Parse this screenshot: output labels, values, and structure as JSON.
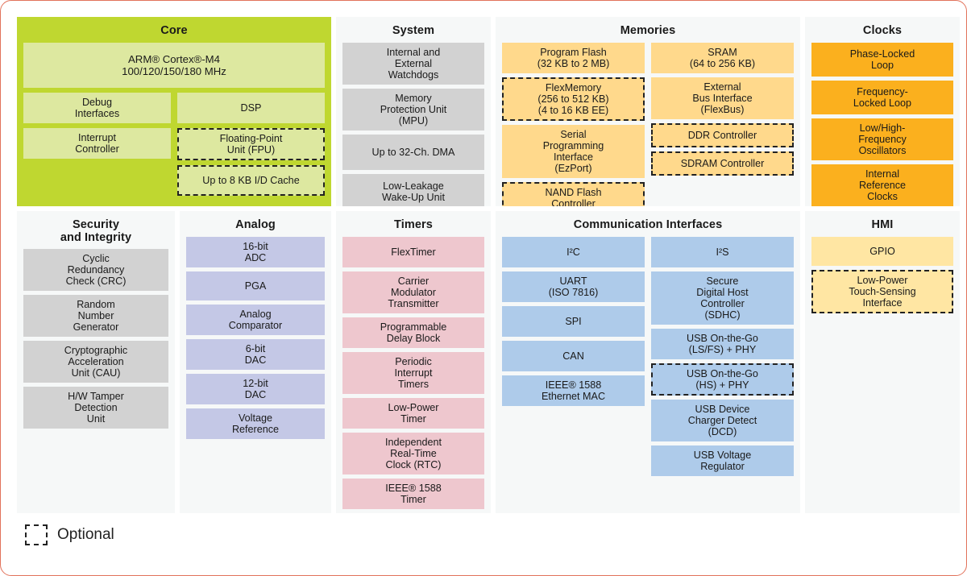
{
  "legend": {
    "swatch_style": "dashed-rectangle",
    "label": "Optional"
  },
  "colors": {
    "page_border": "#e2725b",
    "core_panel": "#bfd730",
    "core_block": "#dde8a0",
    "panel_bg": "#f6f8f8",
    "system_block": "#d2d2d2",
    "memory_block": "#ffd98c",
    "clock_block": "#fbb01e",
    "security_block": "#d2d2d2",
    "analog_block": "#c4c8e6",
    "timer_block": "#eec7ce",
    "comm_block": "#aecbea",
    "hmi_block": "#ffe6a3",
    "dashed_outline": "#222222"
  },
  "sections": {
    "core": {
      "title": "Core",
      "cpu": "ARM® Cortex®-M4\n100/120/150/180 MHz",
      "left_blocks": [
        {
          "label": "Debug\nInterfaces",
          "optional": false
        },
        {
          "label": "Interrupt\nController",
          "optional": false
        }
      ],
      "right_blocks": [
        {
          "label": "DSP",
          "optional": false
        },
        {
          "label": "Floating-Point\nUnit (FPU)",
          "optional": true
        },
        {
          "label": "Up to 8 KB I/D Cache",
          "optional": true
        }
      ]
    },
    "system": {
      "title": "System",
      "blocks": [
        {
          "label": "Internal and\nExternal\nWatchdogs",
          "optional": false
        },
        {
          "label": "Memory\nProtection Unit\n(MPU)",
          "optional": false
        },
        {
          "label": "Up to 32-Ch. DMA",
          "optional": false
        },
        {
          "label": "Low-Leakage\nWake-Up Unit",
          "optional": false
        }
      ]
    },
    "memories": {
      "title": "Memories",
      "left_blocks": [
        {
          "label": "Program Flash\n(32 KB to 2 MB)",
          "optional": false
        },
        {
          "label": "FlexMemory\n(256 to 512 KB)\n(4 to 16 KB EE)",
          "optional": true
        },
        {
          "label": "Serial\nProgramming\nInterface\n(EzPort)",
          "optional": false
        },
        {
          "label": "NAND Flash\nController",
          "optional": true
        }
      ],
      "right_blocks": [
        {
          "label": "SRAM\n(64 to 256 KB)",
          "optional": false
        },
        {
          "label": "External\nBus Interface\n(FlexBus)",
          "optional": false
        },
        {
          "label": "DDR Controller",
          "optional": true
        },
        {
          "label": "SDRAM Controller",
          "optional": true
        }
      ]
    },
    "clocks": {
      "title": "Clocks",
      "blocks": [
        {
          "label": "Phase-Locked\nLoop",
          "optional": false
        },
        {
          "label": "Frequency-\nLocked Loop",
          "optional": false
        },
        {
          "label": "Low/High-\nFrequency\nOscillators",
          "optional": false
        },
        {
          "label": "Internal\nReference\nClocks",
          "optional": false
        }
      ]
    },
    "security": {
      "title": "Security\nand Integrity",
      "blocks": [
        {
          "label": "Cyclic\nRedundancy\nCheck (CRC)",
          "optional": false
        },
        {
          "label": "Random\nNumber\nGenerator",
          "optional": false
        },
        {
          "label": "Cryptographic\nAcceleration\nUnit (CAU)",
          "optional": false
        },
        {
          "label": "H/W Tamper\nDetection\nUnit",
          "optional": false
        }
      ]
    },
    "analog": {
      "title": "Analog",
      "blocks": [
        {
          "label": "16-bit\nADC",
          "optional": false
        },
        {
          "label": "PGA",
          "optional": false
        },
        {
          "label": "Analog\nComparator",
          "optional": false
        },
        {
          "label": "6-bit\nDAC",
          "optional": false
        },
        {
          "label": "12-bit\nDAC",
          "optional": false
        },
        {
          "label": "Voltage\nReference",
          "optional": false
        }
      ]
    },
    "timers": {
      "title": "Timers",
      "blocks": [
        {
          "label": "FlexTimer",
          "optional": false
        },
        {
          "label": "Carrier\nModulator\nTransmitter",
          "optional": false
        },
        {
          "label": "Programmable\nDelay Block",
          "optional": false
        },
        {
          "label": "Periodic\nInterrupt\nTimers",
          "optional": false
        },
        {
          "label": "Low-Power\nTimer",
          "optional": false
        },
        {
          "label": "Independent\nReal-Time\nClock (RTC)",
          "optional": false
        },
        {
          "label": "IEEE® 1588\nTimer",
          "optional": false
        }
      ]
    },
    "communication": {
      "title": "Communication Interfaces",
      "left_blocks": [
        {
          "label": "I²C",
          "optional": false
        },
        {
          "label": "UART\n(ISO 7816)",
          "optional": false
        },
        {
          "label": "SPI",
          "optional": false
        },
        {
          "label": "CAN",
          "optional": false
        },
        {
          "label": "IEEE® 1588\nEthernet MAC",
          "optional": false
        }
      ],
      "right_blocks": [
        {
          "label": "I²S",
          "optional": false
        },
        {
          "label": "Secure\nDigital Host\nController\n(SDHC)",
          "optional": false
        },
        {
          "label": "USB On-the-Go\n(LS/FS) + PHY",
          "optional": false
        },
        {
          "label": "USB On-the-Go\n(HS) + PHY",
          "optional": true
        },
        {
          "label": "USB Device\nCharger Detect\n(DCD)",
          "optional": false
        },
        {
          "label": "USB Voltage\nRegulator",
          "optional": false
        }
      ]
    },
    "hmi": {
      "title": "HMI",
      "blocks": [
        {
          "label": "GPIO",
          "optional": false
        },
        {
          "label": "Low-Power\nTouch-Sensing\nInterface",
          "optional": true
        }
      ]
    }
  }
}
